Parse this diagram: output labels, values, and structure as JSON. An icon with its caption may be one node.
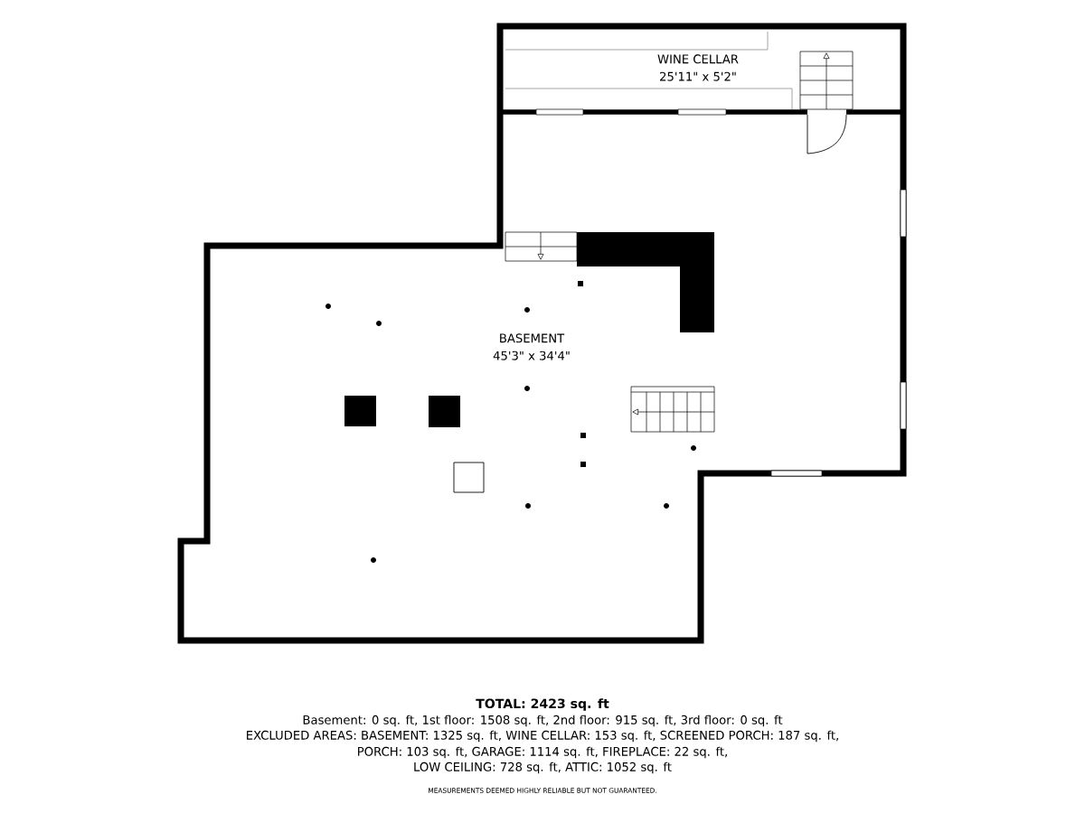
{
  "diagram": {
    "title": "TOTAL: 2423 sq. ft",
    "nodes": [
      {
        "text": [
          "WINE CELLAR",
          "25'11\" x 5'2\""
        ]
      },
      {
        "text": [
          "BASEMENT",
          "45'3\" x 34'4\""
        ]
      }
    ],
    "labels": [
      "Basement: 0 sq. ft, 1st floor: 1508 sq. ft, 2nd floor: 915 sq. ft, 3rd floor: 0 sq. ft",
      "EXCLUDED AREAS: BASEMENT: 1325 sq. ft, WINE CELLAR: 153 sq. ft, SCREENED PORCH: 187 sq. ft,",
      "PORCH: 103 sq. ft, GARAGE: 1114 sq. ft, FIREPLACE: 22 sq. ft,",
      "LOW CEILING: 728 sq. ft, ATTIC: 1052 sq. ft",
      "MEASUREMENTS DEEMED HIGHLY RELIABLE BUT NOT GUARANTEED."
    ]
  }
}
